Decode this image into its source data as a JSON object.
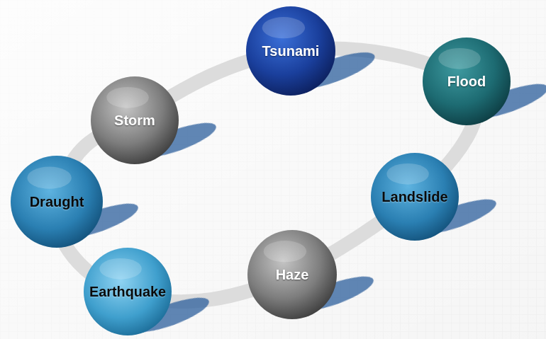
{
  "diagram": {
    "nodes": [
      {
        "text": [
          "Tsunami"
        ]
      },
      {
        "text": [
          "Flood"
        ]
      },
      {
        "text": [
          "Storm"
        ]
      },
      {
        "text": [
          "Landslide"
        ]
      },
      {
        "text": [
          "Draught"
        ]
      },
      {
        "text": [
          "Haze"
        ]
      },
      {
        "text": [
          "Earthquake"
        ]
      }
    ]
  }
}
